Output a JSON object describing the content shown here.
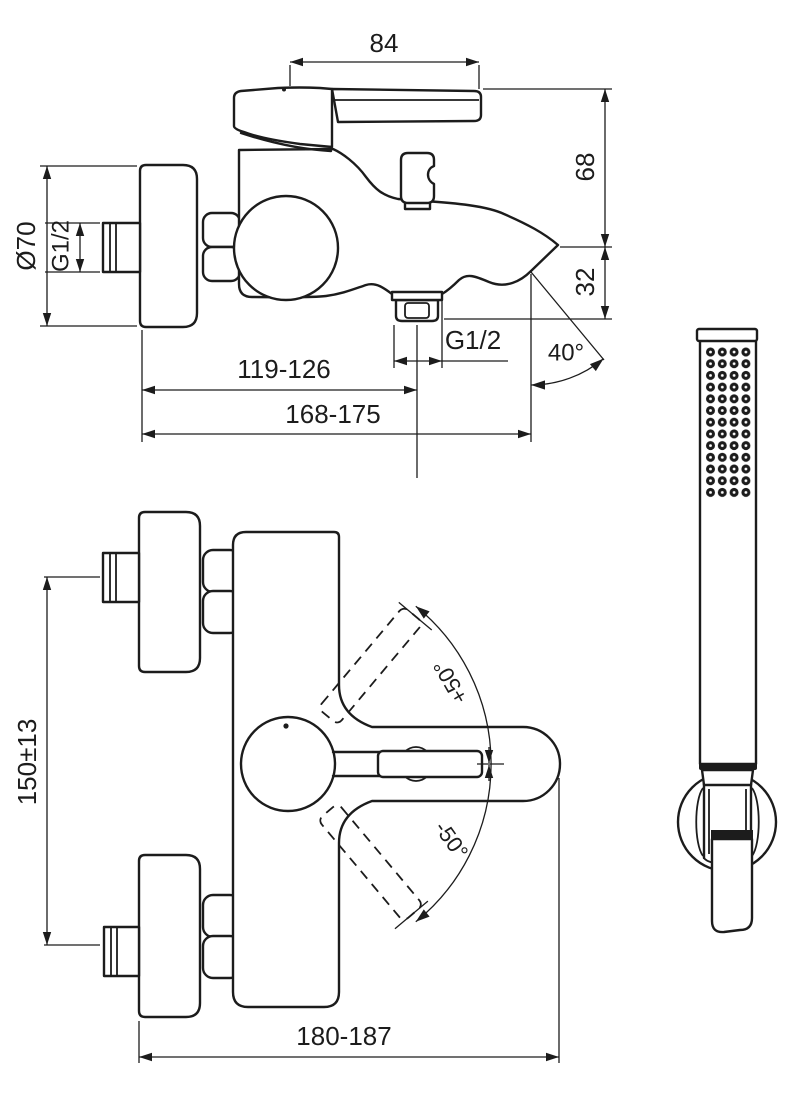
{
  "drawing": {
    "type": "bath-shower-mixer-installation-drawing",
    "views": [
      "side-view",
      "front-view",
      "hand-shower"
    ]
  },
  "side_view": {
    "dim_handle_length": "84",
    "dim_height_upper": "68",
    "dim_height_lower": "32",
    "dim_flange_diameter": "Ø70",
    "dim_inlet_thread": "G1/2",
    "dim_wall_to_outlet": "119-126",
    "dim_wall_to_tip": "168-175",
    "dim_outlet_thread": "G1/2",
    "dim_spout_angle": "40°"
  },
  "front_view": {
    "dim_inlet_spacing": "150±13",
    "dim_handle_up_angle": "+50°",
    "dim_handle_down_angle": "-50°",
    "dim_overall_width": "180-187"
  },
  "colors": {
    "line": "#1c1c1c",
    "background": "#ffffff"
  }
}
